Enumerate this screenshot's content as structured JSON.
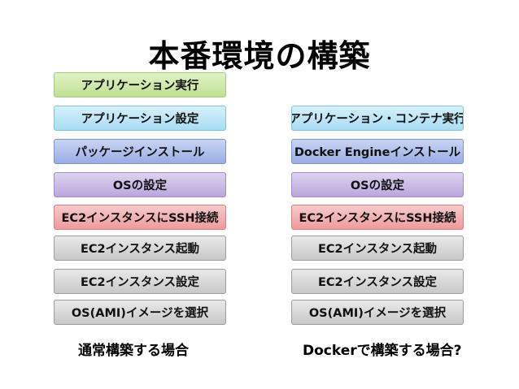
{
  "title": "本番環境の構築",
  "colors": {
    "app_run": "#c5e39d",
    "app_config": "#b0dff4",
    "install": "#a6b8ea",
    "os_config": "#c4b2e2",
    "ssh": "#f0a6a6",
    "ec2": "#cfcfcf"
  },
  "left_column": {
    "caption": "通常構築する場合",
    "steps": [
      "アプリケーション実行",
      "アプリケーション設定",
      "パッケージインストール",
      "OSの設定",
      "EC2インスタンスにSSH接続",
      "EC2インスタンス起動",
      "EC2インスタンス設定",
      "OS(AMI)イメージを選択"
    ]
  },
  "right_column": {
    "caption": "Dockerで構築する場合?",
    "steps": [
      "アプリケーション・コンテナ実行",
      "Docker Engineインストール",
      "OSの設定",
      "EC2インスタンスにSSH接続",
      "EC2インスタンス起動",
      "EC2インスタンス設定",
      "OS(AMI)イメージを選択"
    ]
  }
}
